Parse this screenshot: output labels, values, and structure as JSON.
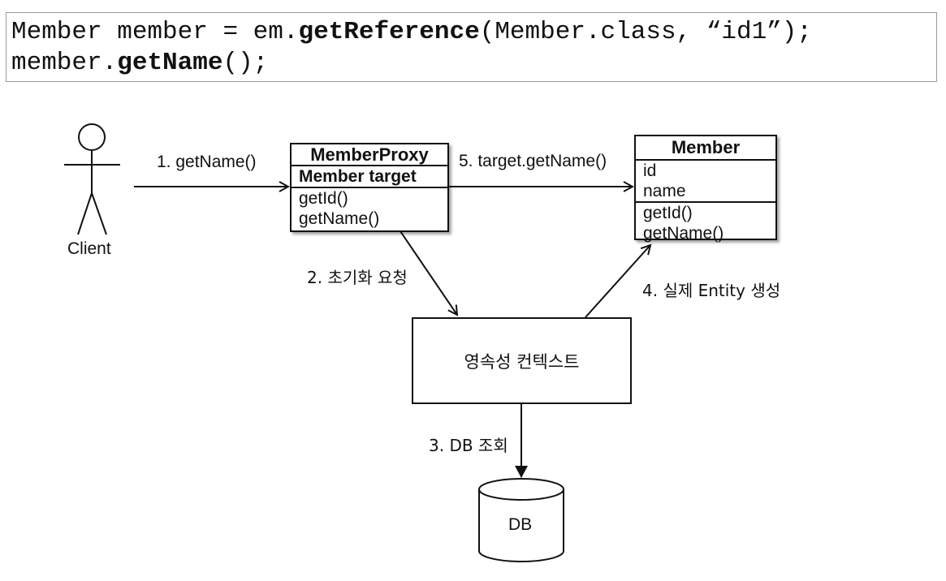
{
  "code": {
    "line1": {
      "pre": "Member member = em.",
      "bold": "getReference",
      "post": "(Member.class, “id1”);"
    },
    "line2": {
      "pre": "member.",
      "bold": "getName",
      "post": "();"
    }
  },
  "actor": {
    "label": "Client"
  },
  "proxy": {
    "title": "MemberProxy",
    "field": "Member target",
    "methods": [
      "getId()",
      "getName()"
    ]
  },
  "member": {
    "title": "Member",
    "fields": [
      "id",
      "name"
    ],
    "methods": [
      "getId()",
      "getName()"
    ]
  },
  "context": {
    "label": "영속성 컨텍스트"
  },
  "db": {
    "label": "DB"
  },
  "steps": {
    "step1": "1. getName()",
    "step2": "2. 초기화 요청",
    "step3": "3. DB 조회",
    "step4": "4. 실제 Entity 생성",
    "step5": "5. target.getName()"
  }
}
